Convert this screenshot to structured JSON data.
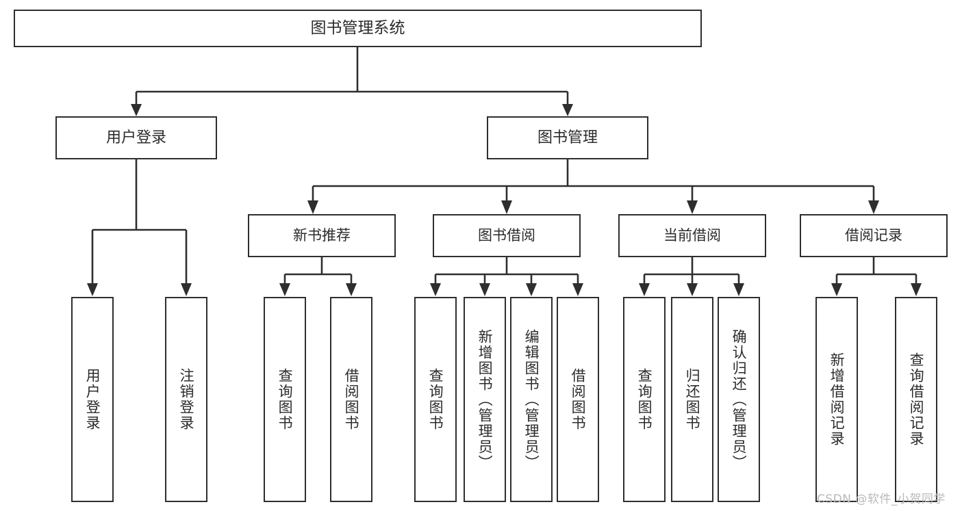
{
  "diagram": {
    "title": "图书管理系统",
    "type": "tree",
    "orientation": "top-down",
    "colors": {
      "box_border": "#2e2e2e",
      "box_fill": "#ffffff",
      "connector": "#2e2e2e",
      "text": "#2b2b2b",
      "watermark": "#b9b9b9",
      "background": "#ffffff"
    },
    "levels": {
      "root": "图书管理系统",
      "level2": [
        "用户登录",
        "图书管理"
      ],
      "level3": [
        "新书推荐",
        "图书借阅",
        "当前借阅",
        "借阅记录"
      ]
    },
    "nodes": {
      "root": {
        "label": "图书管理系统"
      },
      "user_login": {
        "label": "用户登录"
      },
      "book_manage": {
        "label": "图书管理"
      },
      "new_book_rec": {
        "label": "新书推荐"
      },
      "book_borrow": {
        "label": "图书借阅"
      },
      "current_borrow": {
        "label": "当前借阅"
      },
      "borrow_record": {
        "label": "借阅记录"
      },
      "leaf_user_login": {
        "label": "用户登录"
      },
      "leaf_user_logout": {
        "label": "注销登录"
      },
      "leaf_query_book_a": {
        "label": "查询图书"
      },
      "leaf_borrow_book_a": {
        "label": "借阅图书"
      },
      "leaf_query_book_b": {
        "label": "查询图书"
      },
      "leaf_add_book": {
        "label": "新增图书（管理员）"
      },
      "leaf_edit_book": {
        "label": "编辑图书（管理员）"
      },
      "leaf_borrow_book_b": {
        "label": "借阅图书"
      },
      "leaf_query_book_c": {
        "label": "查询图书"
      },
      "leaf_return_book": {
        "label": "归还图书"
      },
      "leaf_confirm_return": {
        "label": "确认归还（管理员）"
      },
      "leaf_add_record": {
        "label": "新增借阅记录"
      },
      "leaf_query_record": {
        "label": "查询借阅记录"
      }
    },
    "edges": [
      {
        "from": "图书管理系统",
        "to": "用户登录"
      },
      {
        "from": "图书管理系统",
        "to": "图书管理"
      },
      {
        "from": "用户登录",
        "to": "用户登录"
      },
      {
        "from": "用户登录",
        "to": "注销登录"
      },
      {
        "from": "图书管理",
        "to": "新书推荐"
      },
      {
        "from": "图书管理",
        "to": "图书借阅"
      },
      {
        "from": "图书管理",
        "to": "当前借阅"
      },
      {
        "from": "图书管理",
        "to": "借阅记录"
      },
      {
        "from": "新书推荐",
        "to": "查询图书"
      },
      {
        "from": "新书推荐",
        "to": "借阅图书"
      },
      {
        "from": "图书借阅",
        "to": "查询图书"
      },
      {
        "from": "图书借阅",
        "to": "新增图书（管理员）"
      },
      {
        "from": "图书借阅",
        "to": "编辑图书（管理员）"
      },
      {
        "from": "图书借阅",
        "to": "借阅图书"
      },
      {
        "from": "当前借阅",
        "to": "查询图书"
      },
      {
        "from": "当前借阅",
        "to": "归还图书"
      },
      {
        "from": "当前借阅",
        "to": "确认归还（管理员）"
      },
      {
        "from": "借阅记录",
        "to": "新增借阅记录"
      },
      {
        "from": "借阅记录",
        "to": "查询借阅记录"
      }
    ]
  },
  "watermark": {
    "text": "CSDN @软件_小贺同学"
  }
}
